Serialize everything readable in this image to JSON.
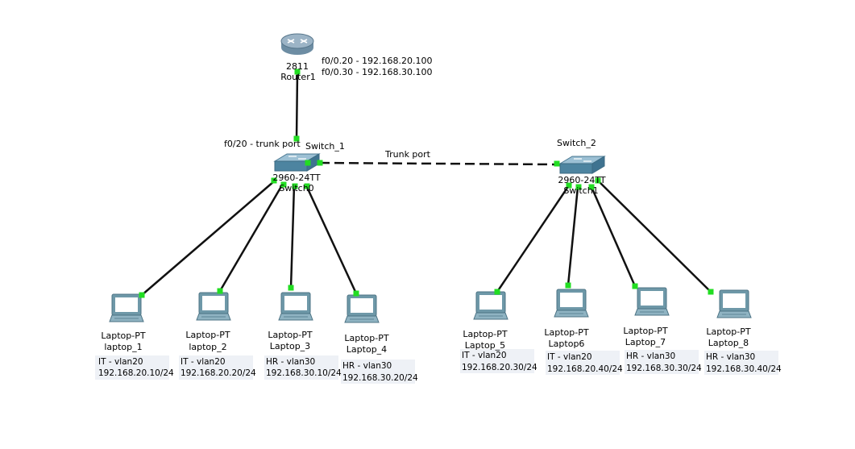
{
  "router": {
    "model": "2811",
    "name": "Router1",
    "subif1": "f0/0.20 - 192.168.20.100",
    "subif2": "f0/0.30 - 192.168.30.100"
  },
  "switch1": {
    "name": "Switch_1",
    "model": "2960-24TT",
    "host": "Switch0",
    "port_note": "f0/20 - trunk port"
  },
  "switch2": {
    "name": "Switch_2",
    "model": "2960-24TT",
    "host": "Switch1"
  },
  "trunk_label": "Trunk port",
  "laptops": [
    {
      "type": "Laptop-PT",
      "name": "laptop_1",
      "vlan": "IT - vlan20",
      "ip": "192.168.20.10/24"
    },
    {
      "type": "Laptop-PT",
      "name": "laptop_2",
      "vlan": "IT - vlan20",
      "ip": "192.168.20.20/24"
    },
    {
      "type": "Laptop-PT",
      "name": "Laptop_3",
      "vlan": "HR - vlan30",
      "ip": "192.168.30.10/24"
    },
    {
      "type": "Laptop-PT",
      "name": "Laptop_4",
      "vlan": "HR - vlan30",
      "ip": "192.168.30.20/24"
    },
    {
      "type": "Laptop-PT",
      "name": "Laptop_5",
      "vlan": "IT - vlan20",
      "ip": "192.168.20.30/24"
    },
    {
      "type": "Laptop-PT",
      "name": "Laptop6",
      "vlan": "IT - vlan20",
      "ip": "192.168.20.40/24"
    },
    {
      "type": "Laptop-PT",
      "name": "Laptop_7",
      "vlan": "HR - vlan30",
      "ip": "192.168.30.30/24"
    },
    {
      "type": "Laptop-PT",
      "name": "Laptop_8",
      "vlan": "HR - vlan30",
      "ip": "192.168.30.40/24"
    }
  ],
  "colors": {
    "link": "#111111",
    "port": "#22dd22",
    "laptop_body": "#6e98a8",
    "laptop_screen": "#ffffff",
    "switch_body": "#5b8ea8",
    "router_body": "#8aa4b8",
    "label_box": "#eef1f6"
  }
}
